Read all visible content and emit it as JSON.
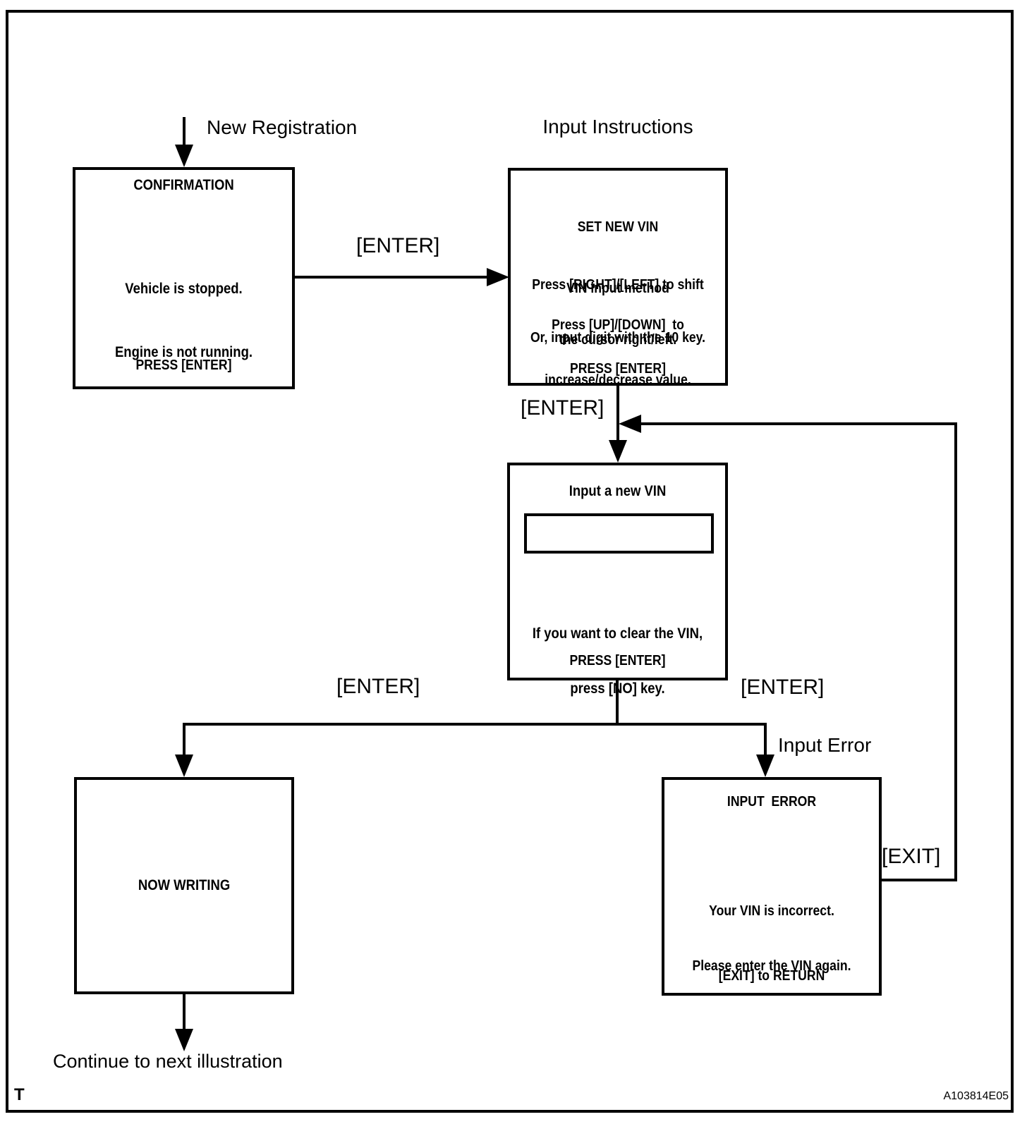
{
  "page": {
    "page_marker": "T",
    "figure_id": "A103814E05",
    "ink_color": "#000000",
    "background_color": "#ffffff"
  },
  "labels": {
    "new_registration": "New Registration",
    "input_instructions": "Input Instructions",
    "enter": "[ENTER]",
    "exit": "[EXIT]",
    "input_error": "Input Error",
    "continue_note": "Continue to next illustration"
  },
  "boxes": {
    "confirmation": {
      "title": "CONFIRMATION",
      "line1": "Vehicle is stopped.",
      "line2": "Engine is not running.",
      "footer": "PRESS [ENTER]"
    },
    "set_new_vin": {
      "title": "SET NEW VIN",
      "subtitle": "VIN input method",
      "line1": "Press [RIGHT]/[LEFT] to shift",
      "line2": "the cursor right/left.",
      "line3": "Press [UP]/[DOWN]  to",
      "line4": "increase/decrease value.",
      "line5": "Or, input digit with the 10 key.",
      "footer": "PRESS [ENTER]"
    },
    "input_vin": {
      "title": "Input a new VIN",
      "line1": "If you want to clear the VIN,",
      "line2": "press [NO] key.",
      "footer": "PRESS [ENTER]"
    },
    "now_writing": {
      "title": "NOW WRITING"
    },
    "input_error": {
      "title": "INPUT  ERROR",
      "line1": "Your VIN is incorrect.",
      "line2": "Please enter the VIN again.",
      "footer": "[EXIT] to RETURN"
    }
  }
}
